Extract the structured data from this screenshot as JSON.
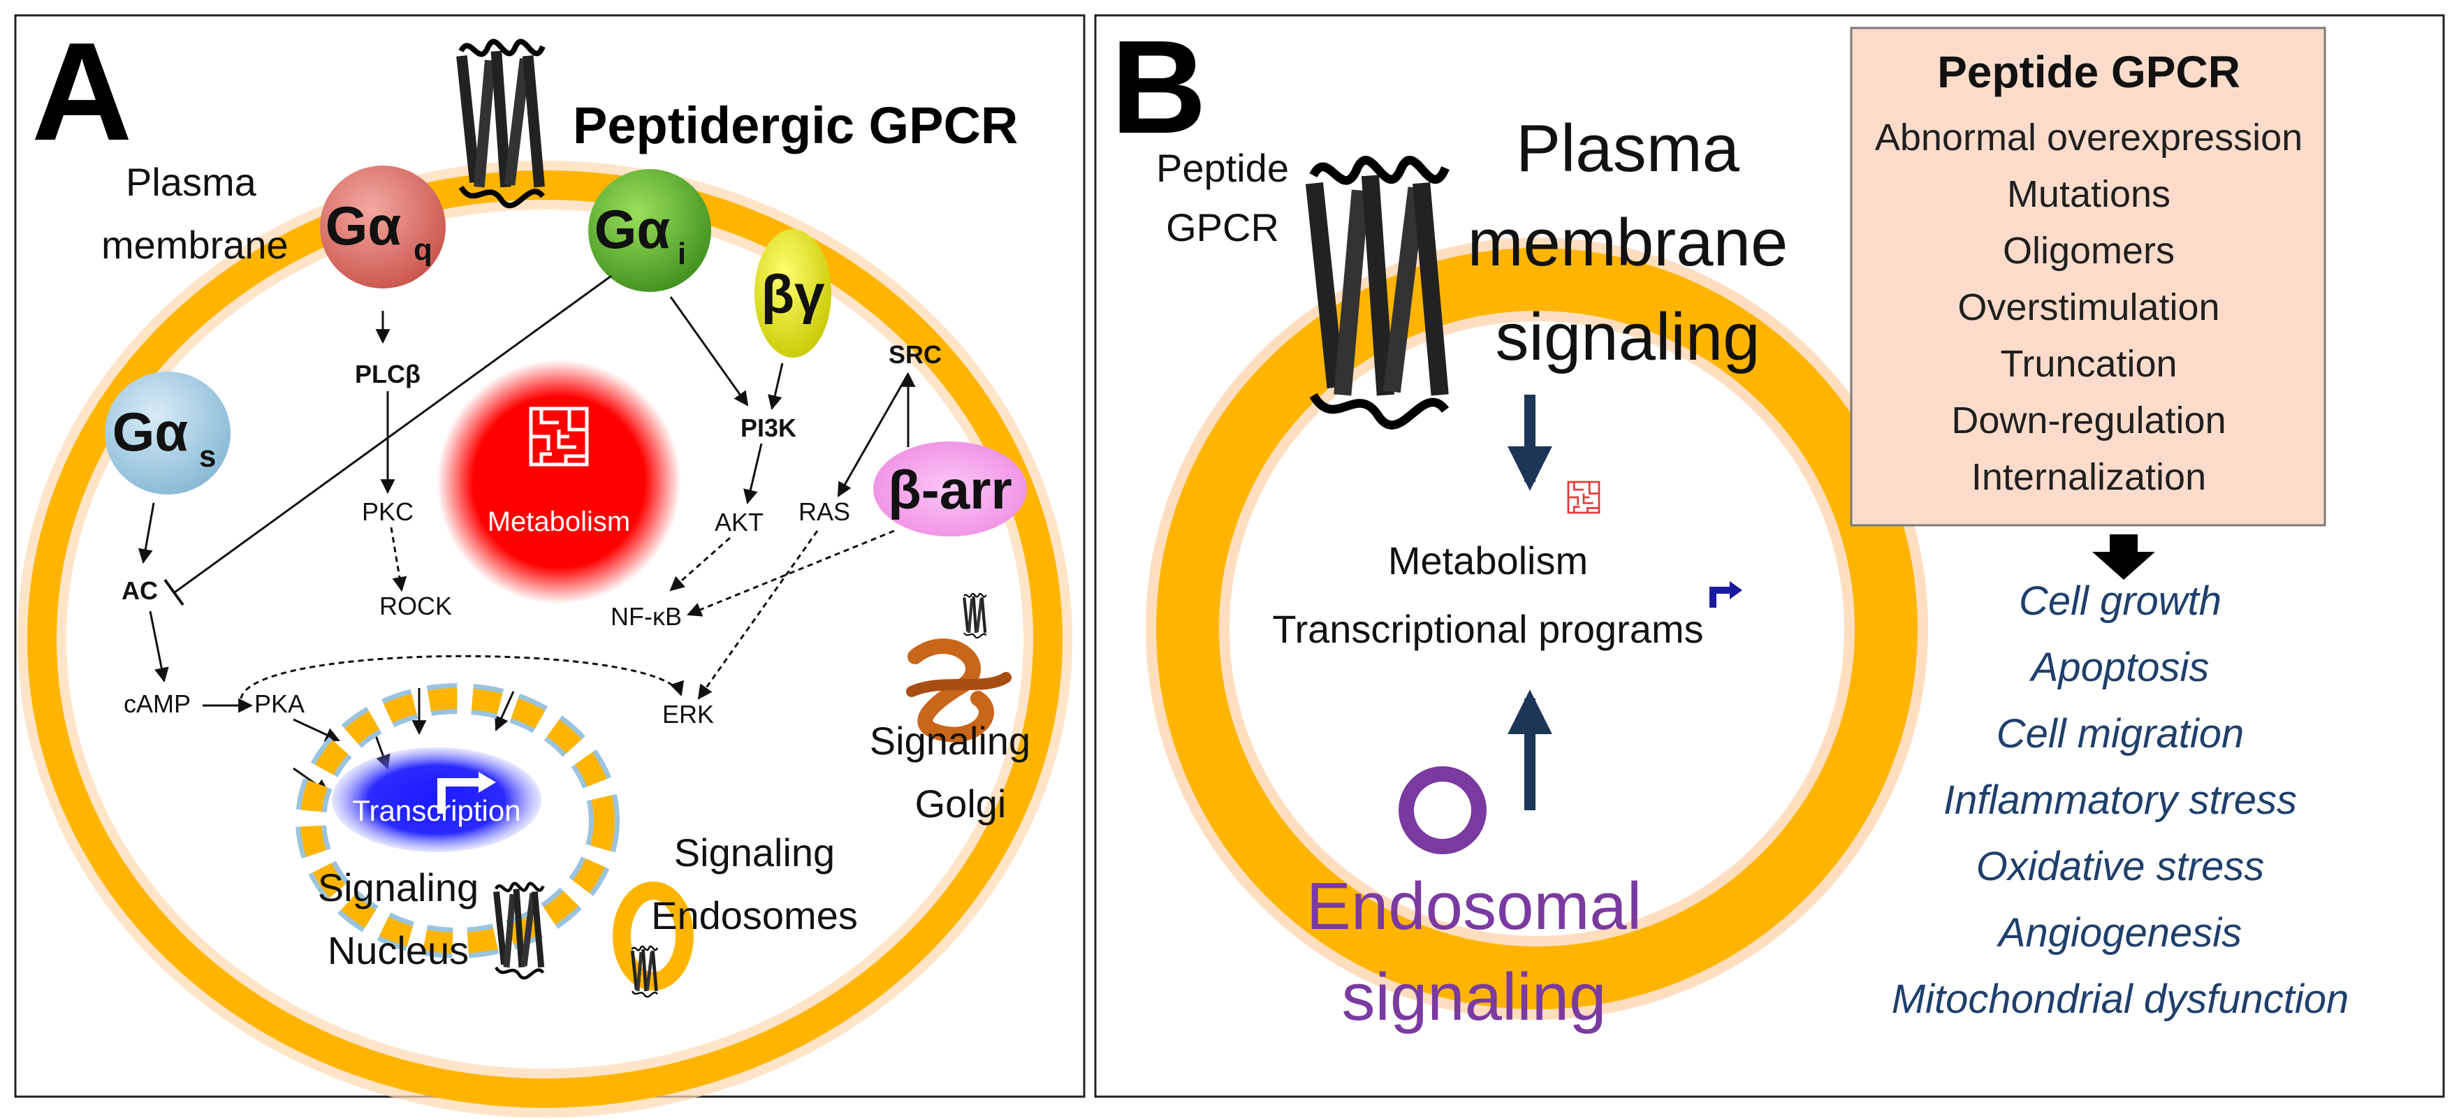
{
  "colors": {
    "membrane": "#ffb500",
    "membrane_glow": "#ffcfa0",
    "gs": "#a9cfe6",
    "gq": "#e8807a",
    "gi": "#6cbf3a",
    "by": "#e4e400",
    "barr": "#f7a8ef",
    "metabolism": "#ff0000",
    "nucleus": "#1a1aff",
    "endosomal": "#7a3aa0",
    "outcome_text": "#1f3f6b",
    "box_fill": "#fbdccb",
    "golgi": "#c8661a"
  },
  "panel_a": {
    "letter": "A",
    "title": "Peptidergic GPCR",
    "plasma_membrane": [
      "Plasma",
      "membrane"
    ],
    "proteins": {
      "gas": {
        "main": "Gα",
        "sub": "s"
      },
      "gaq": {
        "main": "Gα",
        "sub": "q"
      },
      "gai": {
        "main": "Gα",
        "sub": "i"
      },
      "by": "βγ",
      "barr": "β-arr"
    },
    "nodes": {
      "plcb": "PLCβ",
      "pkc": "PKC",
      "rock": "ROCK",
      "pi3k": "PI3K",
      "akt": "AKT",
      "ras": "RAS",
      "src": "SRC",
      "nfkb": "NF-κB",
      "erk": "ERK",
      "ac": "AC",
      "camp": "cAMP",
      "pka": "PKA"
    },
    "metabolism": "Metabolism",
    "transcription": "Transcription",
    "signaling_nucleus": [
      "Signaling",
      "Nucleus"
    ],
    "signaling_endosomes": [
      "Signaling",
      "Endosomes"
    ],
    "signaling_golgi": [
      "Signaling",
      "Golgi"
    ]
  },
  "panel_b": {
    "letter": "B",
    "peptide_gpcr": [
      "Peptide",
      "GPCR"
    ],
    "plasma_membrane_signaling": [
      "Plasma",
      "membrane",
      "signaling"
    ],
    "center": [
      "Metabolism",
      "Transcriptional programs"
    ],
    "endosomal_signaling": [
      "Endosomal",
      "signaling"
    ],
    "box": {
      "title": "Peptide GPCR",
      "items": [
        "Abnormal overexpression",
        "Mutations",
        "Oligomers",
        "Overstimulation",
        "Truncation",
        "Down-regulation",
        "Internalization"
      ]
    },
    "outcomes": [
      "Cell growth",
      "Apoptosis",
      "Cell migration",
      "Inflammatory stress",
      "Oxidative stress",
      "Angiogenesis",
      "Mitochondrial dysfunction"
    ]
  }
}
